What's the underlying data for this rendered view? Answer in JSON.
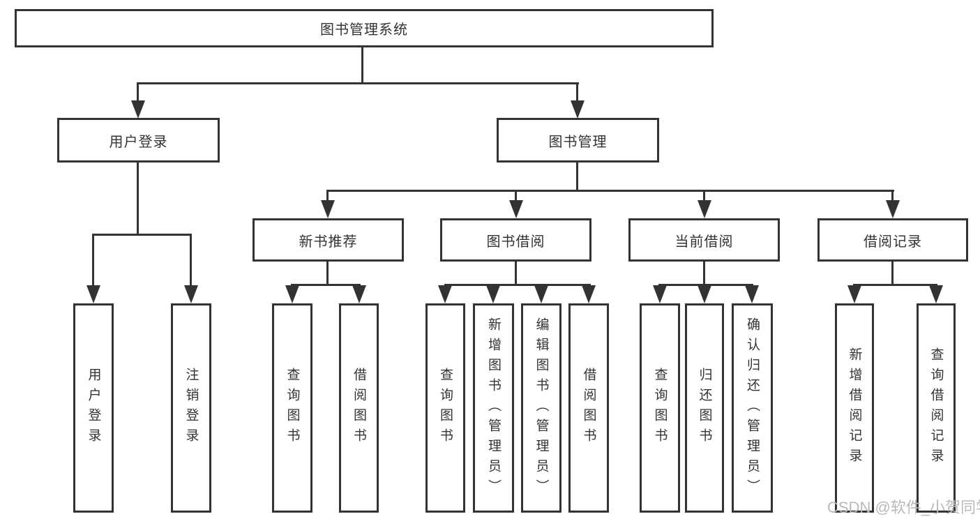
{
  "nodes": {
    "root": "图书管理系统",
    "user_login": "用户登录",
    "book_mgmt": "图书管理",
    "new_book_rec": "新书推荐",
    "book_borrowing": "图书借阅",
    "current_borrowing": "当前借阅",
    "borrowing_records": "借阅记录"
  },
  "leaves": {
    "user_login": [
      "用户登录",
      "注销登录"
    ],
    "new_book_rec": [
      "查询图书",
      "借阅图书"
    ],
    "book_borrowing": [
      "查询图书",
      "新增图书（管理员）",
      "编辑图书（管理员）",
      "借阅图书"
    ],
    "current_borrowing": [
      "查询图书",
      "归还图书",
      "确认归还（管理员）"
    ],
    "borrowing_records": [
      "新增借阅记录",
      "查询借阅记录"
    ]
  },
  "watermark": "CSDN @软件_小贺同学",
  "colors": {
    "line": "#333333",
    "box_background": "#ffffff",
    "page_background": "#ffffff",
    "watermark": "#b9b9b9"
  }
}
